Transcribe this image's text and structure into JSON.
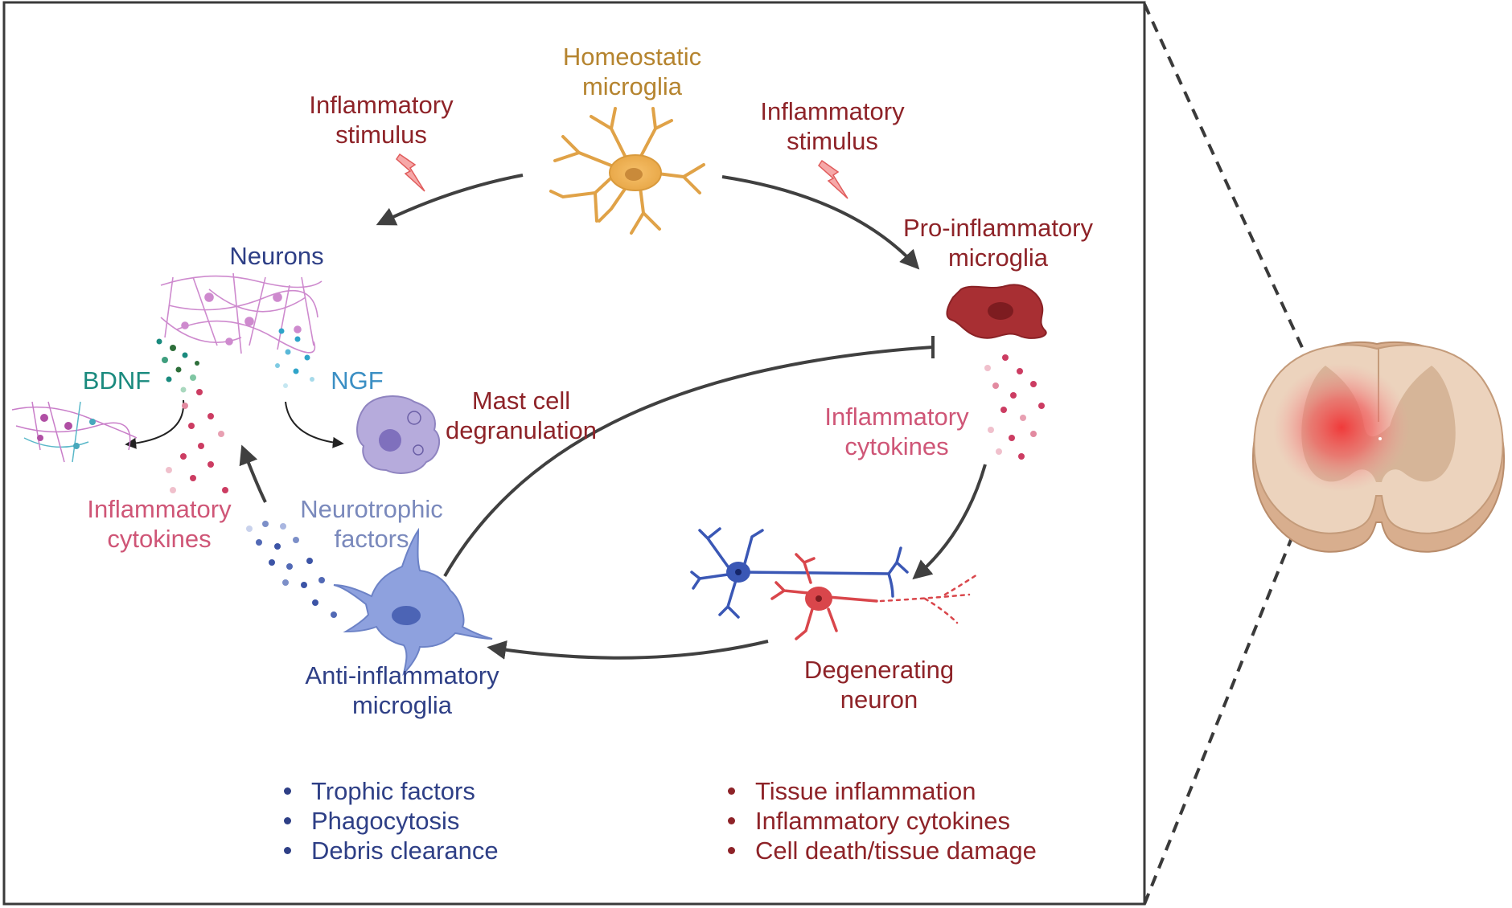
{
  "labels": {
    "homeostatic": [
      "Homeostatic",
      "microglia"
    ],
    "stimulus_left": [
      "Inflammatory",
      "stimulus"
    ],
    "stimulus_right": [
      "Inflammatory",
      "stimulus"
    ],
    "pro_inflammatory": [
      "Pro-inflammatory",
      "microglia"
    ],
    "neurons": "Neurons",
    "bdnf": "BDNF",
    "ngf": "NGF",
    "mast_cell": [
      "Mast cell",
      "degranulation"
    ],
    "cytokines_left": [
      "Inflammatory",
      "cytokines"
    ],
    "cytokines_right": [
      "Inflammatory",
      "cytokines"
    ],
    "neurotrophic": [
      "Neurotrophic",
      "factors"
    ],
    "anti_inflammatory": [
      "Anti-inflammatory",
      "microglia"
    ],
    "degenerating": [
      "Degenerating",
      "neuron"
    ]
  },
  "bullets_left": [
    "Trophic factors",
    "Phagocytosis",
    "Debris clearance"
  ],
  "bullets_right": [
    "Tissue inflammation",
    "Inflammatory cytokines",
    "Cell death/tissue damage"
  ],
  "colors": {
    "homeostatic": "#e9a94a",
    "pro_inflammatory": "#a82f33",
    "anti_inflammatory": "#7f95d6",
    "neuron_blue": "#3a57b5",
    "neuron_red": "#d9464b",
    "neurons_pink": "#cf7fd0",
    "mast_cell": "#9b8fc9",
    "spinal_cord": "#e9c7ad",
    "lesion": "#f04b4b",
    "arrow": "#404040"
  },
  "icons": [
    "homeostatic-microglia-icon",
    "lightning-icon",
    "pro-inflammatory-microglia-icon",
    "neuron-network-icon",
    "mast-cell-icon",
    "anti-inflammatory-microglia-icon",
    "degenerating-neuron-icon",
    "spinal-cord-section-icon"
  ]
}
